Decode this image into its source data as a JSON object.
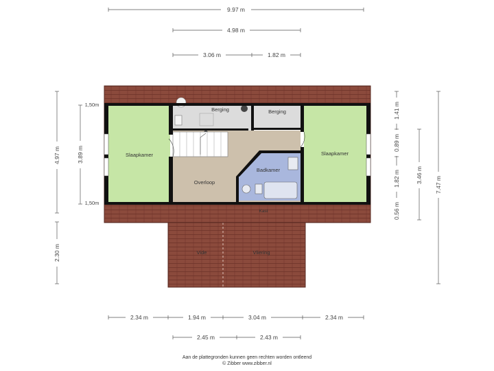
{
  "dimensions": {
    "top_total": "9.97 m",
    "top_mid": "4.98 m",
    "top_a": "3.06 m",
    "top_b": "1.82 m",
    "bottom_1": "2.34 m",
    "bottom_2": "1.94 m",
    "bottom_3": "3.04 m",
    "bottom_4": "2.34 m",
    "bottom2_1": "2.45 m",
    "bottom2_2": "2.43 m",
    "left_outer": "4.97 m",
    "left_inner": "3.89 m",
    "left_lower": "2.30 m",
    "left_knee_top": "1,50m",
    "left_knee_bottom": "1,50m",
    "right_1": "1.41 m",
    "right_2": "0.89 m",
    "right_3": "1.82 m",
    "right_4": "0.56 m",
    "right_mid": "3.46 m",
    "right_total": "7.47 m"
  },
  "rooms": {
    "slaapkamer_left": "Slaapkamer",
    "slaapkamer_right": "Slaapkamer",
    "berging_1": "Berging",
    "berging_2": "Berging",
    "overloop": "Overloop",
    "badkamer": "Badkamer",
    "kast": "Kast",
    "vide": "Vide",
    "vliering": "Vliering"
  },
  "footer": {
    "disclaimer": "Aan de plattegronden kunnen geen rechten worden ontleend",
    "copyright": "© Zibber www.zibber.nl"
  },
  "colors": {
    "roof": "#8b4a3c",
    "bedroom": "#c6e6a6",
    "landing": "#cdc0ac",
    "bathroom": "#a9b7dd",
    "storage": "#dcdcdc",
    "wall": "#111111"
  }
}
